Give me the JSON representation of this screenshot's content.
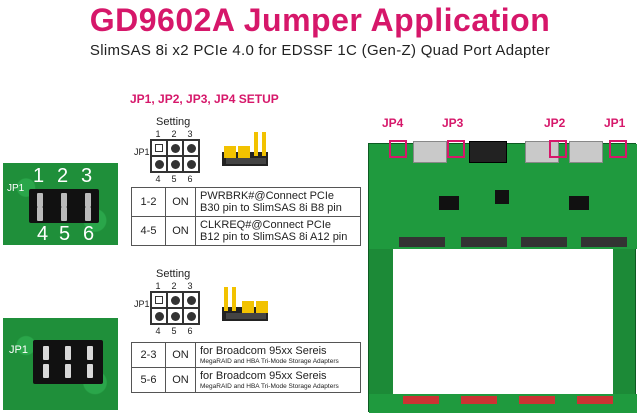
{
  "header": {
    "title": "GD9602A Jumper Application",
    "subtitle": "SlimSAS 8i x2 PCIe 4.0  for EDSSF 1C (Gen-Z) Quad Port Adapter",
    "setup_label": "JP1, JP2, JP3, JP4 SETUP"
  },
  "colors": {
    "title": "#d6176a",
    "setup_label": "#d6176a",
    "board_green": "#1c8a37",
    "highlight": "#d6176a"
  },
  "photo_top": {
    "numbers_top": [
      "1",
      "2",
      "3"
    ],
    "numbers_bottom": [
      "4",
      "5",
      "6"
    ],
    "jp_label": "JP1"
  },
  "photo_bottom": {
    "jp_label": "JP1"
  },
  "setting1": {
    "caption": "Setting",
    "jp_label": "JP1",
    "pins_top": [
      "1",
      "2",
      "3"
    ],
    "pins_bottom": [
      "4",
      "5",
      "6"
    ]
  },
  "setting2": {
    "caption": "Setting",
    "jp_label": "JP1",
    "pins_top": [
      "1",
      "2",
      "3"
    ],
    "pins_bottom": [
      "4",
      "5",
      "6"
    ]
  },
  "table1": [
    {
      "pins": "1-2",
      "state": "ON",
      "desc_line1": "PWRBRK#@Connect PCIe",
      "desc_line2": "B30 pin to SlimSAS 8i B8 pin"
    },
    {
      "pins": "4-5",
      "state": "ON",
      "desc_line1": "CLKREQ#@Connect PCIe",
      "desc_line2": "B12 pin to SlimSAS 8i A12 pin"
    }
  ],
  "table2": [
    {
      "pins": "2-3",
      "state": "ON",
      "desc_line1": "for Broadcom 95xx Sereis",
      "desc_line2": "MegaRAID and HBA Tri-Mode Storage Adapters"
    },
    {
      "pins": "5-6",
      "state": "ON",
      "desc_line1": "for Broadcom 95xx Sereis",
      "desc_line2": "MegaRAID and HBA Tri-Mode Storage Adapters"
    }
  ],
  "board": {
    "jumpers": [
      "JP4",
      "JP3",
      "JP2",
      "JP1"
    ]
  }
}
